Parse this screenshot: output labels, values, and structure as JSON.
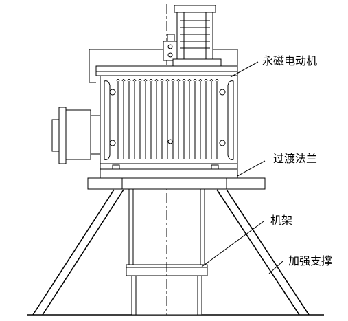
{
  "labels": {
    "motor": "永磁电动机",
    "flange": "过渡法兰",
    "frame": "机架",
    "brace": "加强支撑"
  },
  "colors": {
    "line": "#000000",
    "background": "#ffffff"
  }
}
